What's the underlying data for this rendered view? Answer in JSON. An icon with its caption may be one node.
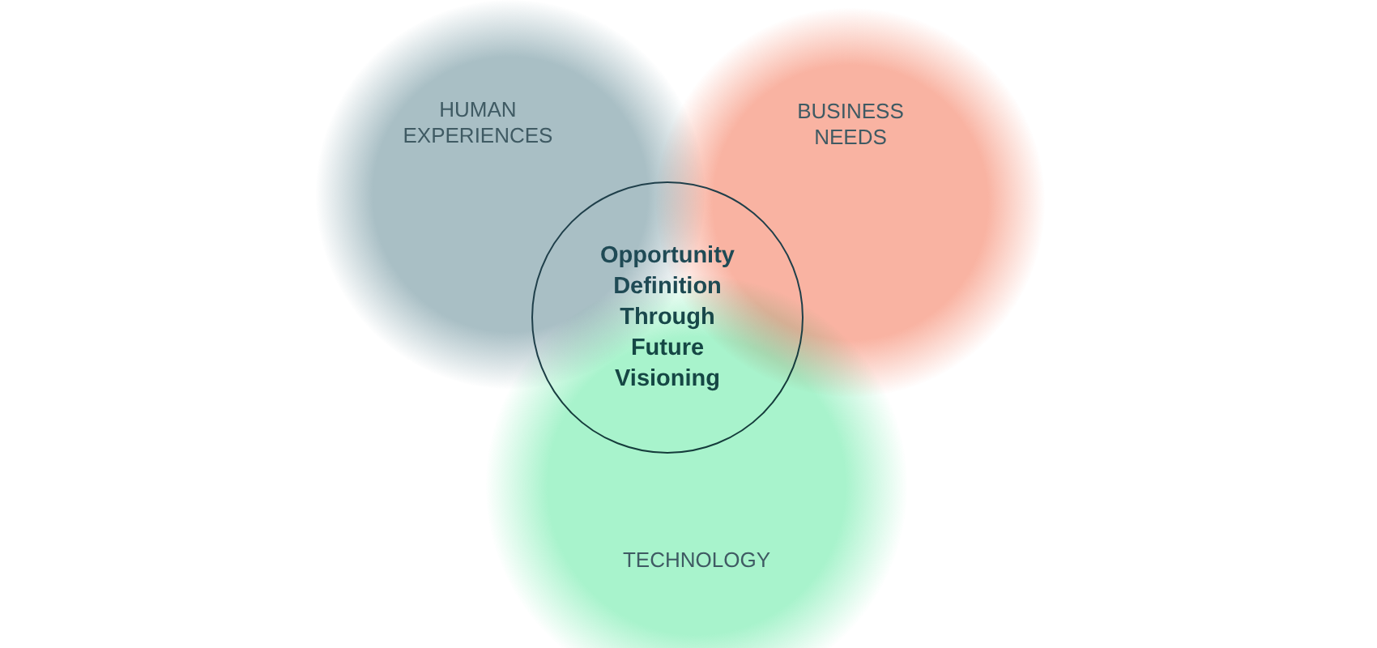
{
  "diagram": {
    "nodes": [
      {
        "text": [
          "HUMAN EXPERIENCES"
        ]
      },
      {
        "text": [
          "BUSINESS NEEDS"
        ]
      },
      {
        "text": [
          "Opportunity Definition Through Future Visioning"
        ]
      },
      {
        "text": [
          "TECHNOLOGY"
        ]
      }
    ]
  }
}
